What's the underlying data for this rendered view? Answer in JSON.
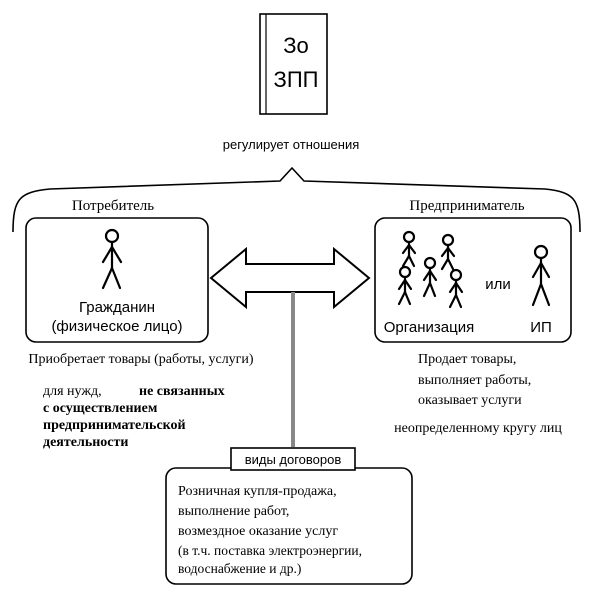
{
  "law_book": {
    "line1": "Зо",
    "line2": "ЗПП"
  },
  "regulates_caption": "регулирует  отношения",
  "consumer": {
    "heading": "Потребитель",
    "citizen_line1": "Гражданин",
    "citizen_line2": "(физическое лицо)",
    "acquires": "Приобретает товары (работы, услуги)",
    "needs_prefix": "для нужд,",
    "needs_bold_line1": "не связанных",
    "needs_bold_line2": "с осуществлением",
    "needs_bold_line3": "предпринимательской",
    "needs_bold_line4": "деятельности"
  },
  "entrepreneur": {
    "heading": "Предприниматель",
    "organization_label": "Организация",
    "or_label": "или",
    "ip_label": "ИП",
    "sells_line1": "Продает товары,",
    "sells_line2": "выполняет работы,",
    "sells_line3": "оказывает услуги",
    "audience": "неопределенному кругу лиц"
  },
  "contracts": {
    "tab_label": "виды договоров",
    "line1": "Розничная купля-продажа,",
    "line2": "выполнение работ,",
    "line3": "возмездное оказание услуг",
    "line4": "(в т.ч. поставка электроэнергии,",
    "line5": "водоснабжение и др.)"
  }
}
